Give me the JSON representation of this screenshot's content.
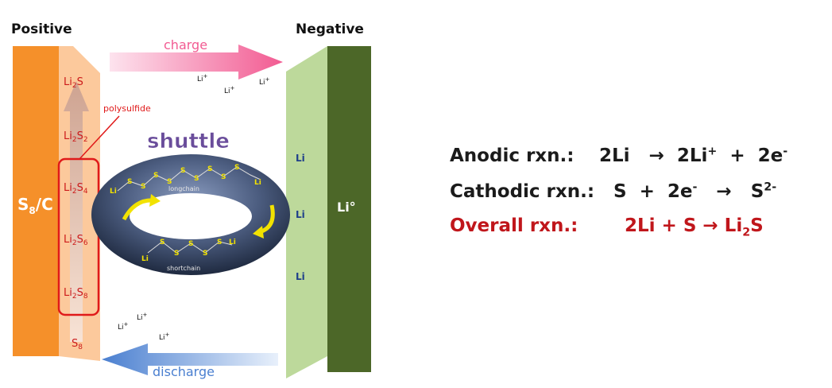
{
  "labels": {
    "positive": "Positive",
    "negative": "Negative",
    "charge": "charge",
    "discharge": "discharge",
    "shuttle": "shuttle",
    "polysulfide": "polysulfide",
    "longchain": "longchain",
    "shortchain": "shortchain",
    "cathode_material": "S8/C",
    "anode_material": "Lio"
  },
  "cathode_species": [
    "Li2S",
    "Li2S2",
    "Li2S4",
    "Li2S6",
    "Li2S8",
    "S8"
  ],
  "anode_li_labels": [
    "Li",
    "Li",
    "Li"
  ],
  "li_ion_label": "Li+",
  "reactions": {
    "anodic": {
      "label": "Anodic rxn.:",
      "equation": "2Li → 2Li+ + 2e-"
    },
    "cathodic": {
      "label": "Cathodic rxn.:",
      "equation": "S + 2e- → S2-"
    },
    "overall": {
      "label": "Overall rxn.:",
      "equation": "2Li + S → Li2S"
    }
  },
  "colors": {
    "cathode": "#f5902a",
    "cathode_band": "#fcc99c",
    "anode_light": "#bdd99b",
    "anode_dark": "#4c6728",
    "charge_arrow": "#f26a9a",
    "discharge_arrow": "#5b8dd6",
    "overall_text": "#c0161b",
    "shuttle_text": "#6a4d9b",
    "torus": "#3c4b66",
    "sulfur_label": "#e8d100",
    "species_text": "#cc1b1b"
  }
}
